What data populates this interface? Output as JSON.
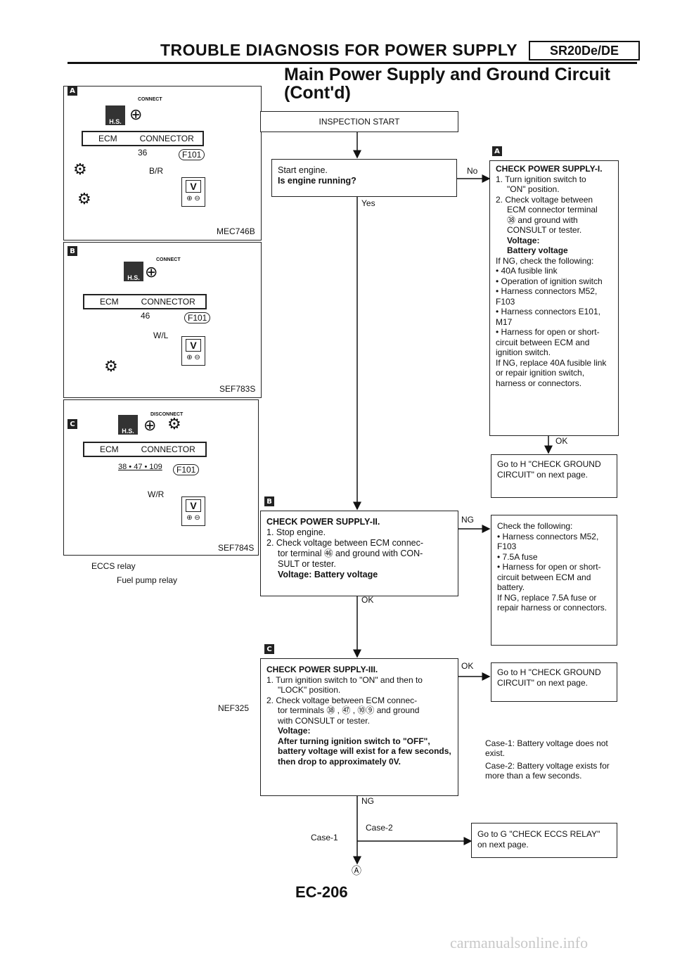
{
  "header": {
    "title": "TROUBLE DIAGNOSIS FOR POWER SUPPLY",
    "tag": "SR20De/DE",
    "subtitle_line1": "Main Power Supply and Ground Circuit",
    "subtitle_line2": "(Cont'd)"
  },
  "diagrams": {
    "a": {
      "marker": "A",
      "connect": "CONNECT",
      "hs": "H.S.",
      "ecm": "ECM",
      "connector": "CONNECTOR",
      "terminal": "36",
      "conn_id": "F101",
      "wire": "B/R",
      "meter": "V",
      "code": "MEC746B"
    },
    "b": {
      "marker": "B",
      "connect": "CONNECT",
      "hs": "H.S.",
      "ecm": "ECM",
      "connector": "CONNECTOR",
      "terminal": "46",
      "conn_id": "F101",
      "wire": "W/L",
      "meter": "V",
      "code": "SEF783S"
    },
    "c": {
      "marker": "C",
      "connect": "DISCONNECT",
      "hs": "H.S.",
      "ecm": "ECM",
      "connector": "CONNECTOR",
      "terminal": "38 • 47 • 109",
      "conn_id": "F101",
      "wire": "W/R",
      "meter": "V",
      "code": "SEF784S"
    },
    "relay": {
      "eccs": "ECCS relay",
      "fuel": "Fuel pump relay",
      "code": "NEF325"
    }
  },
  "flow": {
    "start": "INSPECTION START",
    "engine_q1": "Start engine.",
    "engine_q2": "Is engine running?",
    "no": "No",
    "yes": "Yes",
    "a_marker": "A",
    "check1_title": "CHECK POWER SUPPLY-I.",
    "check1_lines": [
      "1.  Turn ignition switch to",
      "\"ON\" position.",
      "2.  Check voltage between",
      "ECM connector terminal",
      "㊳ and ground with",
      "CONSULT or tester."
    ],
    "check1_voltage_label": "Voltage:",
    "check1_voltage_value": "Battery voltage",
    "check1_ng": "If NG, check the following:",
    "check1_bullets": [
      "40A fusible link",
      "Operation of ignition switch",
      "Harness connectors M52, F103",
      "Harness connectors E101, M17",
      "Harness for open or short-circuit between ECM and ignition switch."
    ],
    "check1_tail": "If NG, replace 40A fusible link or repair ignition switch, harness or connectors.",
    "ok1": "OK",
    "goto_h1": "Go to H \"CHECK GROUND CIRCUIT\" on next page.",
    "b_marker": "B",
    "check2_title": "CHECK POWER SUPPLY-II.",
    "check2_lines": [
      "1.  Stop engine.",
      "2.  Check voltage between ECM connec-",
      "tor terminal ㊻ and ground with CON-",
      "SULT or tester."
    ],
    "check2_voltage": "Voltage: Battery voltage",
    "ng2": "NG",
    "ok2": "OK",
    "check_follow_title": "Check the following:",
    "check_follow_bullets": [
      "Harness connectors M52, F103",
      "7.5A fuse",
      "Harness for open or short-circuit between ECM and battery."
    ],
    "check_follow_tail": "If NG, replace 7.5A fuse or repair harness or connectors.",
    "c_marker": "C",
    "check3_title": "CHECK POWER SUPPLY-III.",
    "check3_lines": [
      "1.  Turn ignition switch to \"ON\" and then to",
      "\"LOCK\" position.",
      "2.  Check voltage between ECM connec-",
      "tor terminals ㊳ , ㊼ , ⑩⑨ and ground",
      "with CONSULT or tester."
    ],
    "check3_voltage_label": "Voltage:",
    "check3_voltage_desc": "After turning ignition switch to \"OFF\", battery voltage will exist for a few seconds, then drop to approximately 0V.",
    "ok3": "OK",
    "goto_h2": "Go to H \"CHECK GROUND CIRCUIT\" on next page.",
    "case1_desc": "Case-1:  Battery voltage does not exist.",
    "case2_desc": "Case-2:  Battery voltage exists for more than a few seconds.",
    "ng3": "NG",
    "case1": "Case-1",
    "case2": "Case-2",
    "goto_g": "Go to G \"CHECK ECCS RELAY\" on next page.",
    "circle_a": "Ⓐ"
  },
  "page_number": "EC-206",
  "watermark": "carmanualsonline.info"
}
